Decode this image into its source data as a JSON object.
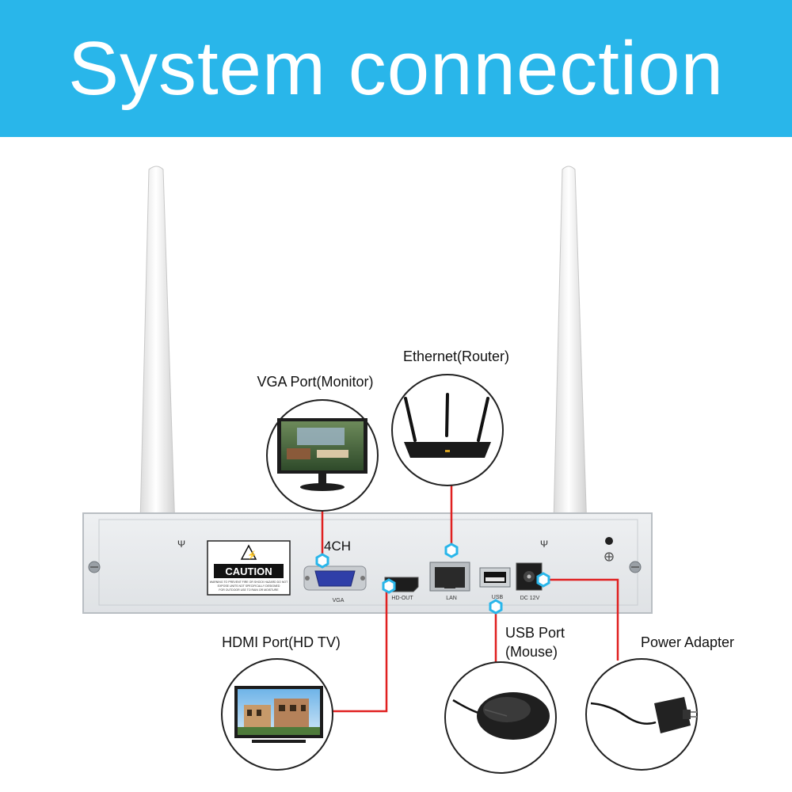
{
  "title": "System connection",
  "device": {
    "model_label": "4CH",
    "caution_label": "CAUTION",
    "caution_fine_print": [
      "WARNING TO PREVENT FIRE OR SHOCK HAZARD DO NOT",
      "EXPOSE UNITS NOT SPECIFICALLY DESIGNED",
      "FOR OUTDOOR USE TO RAIN OR MOISTURE"
    ],
    "ports": {
      "vga": "VGA",
      "hdmi": "HD-OUT",
      "lan": "LAN",
      "usb": "USB",
      "dc": "DC 12V"
    }
  },
  "callouts": {
    "vga": "VGA Port(Monitor)",
    "ethernet": "Ethernet(Router)",
    "hdmi": "HDMI Port(HD TV)",
    "usb_line1": "USB Port",
    "usb_line2": "(Mouse)",
    "power": "Power Adapter"
  },
  "colors": {
    "banner": "#29b6ea",
    "connector_line": "#e02020",
    "port_marker": "#29b6ea"
  }
}
